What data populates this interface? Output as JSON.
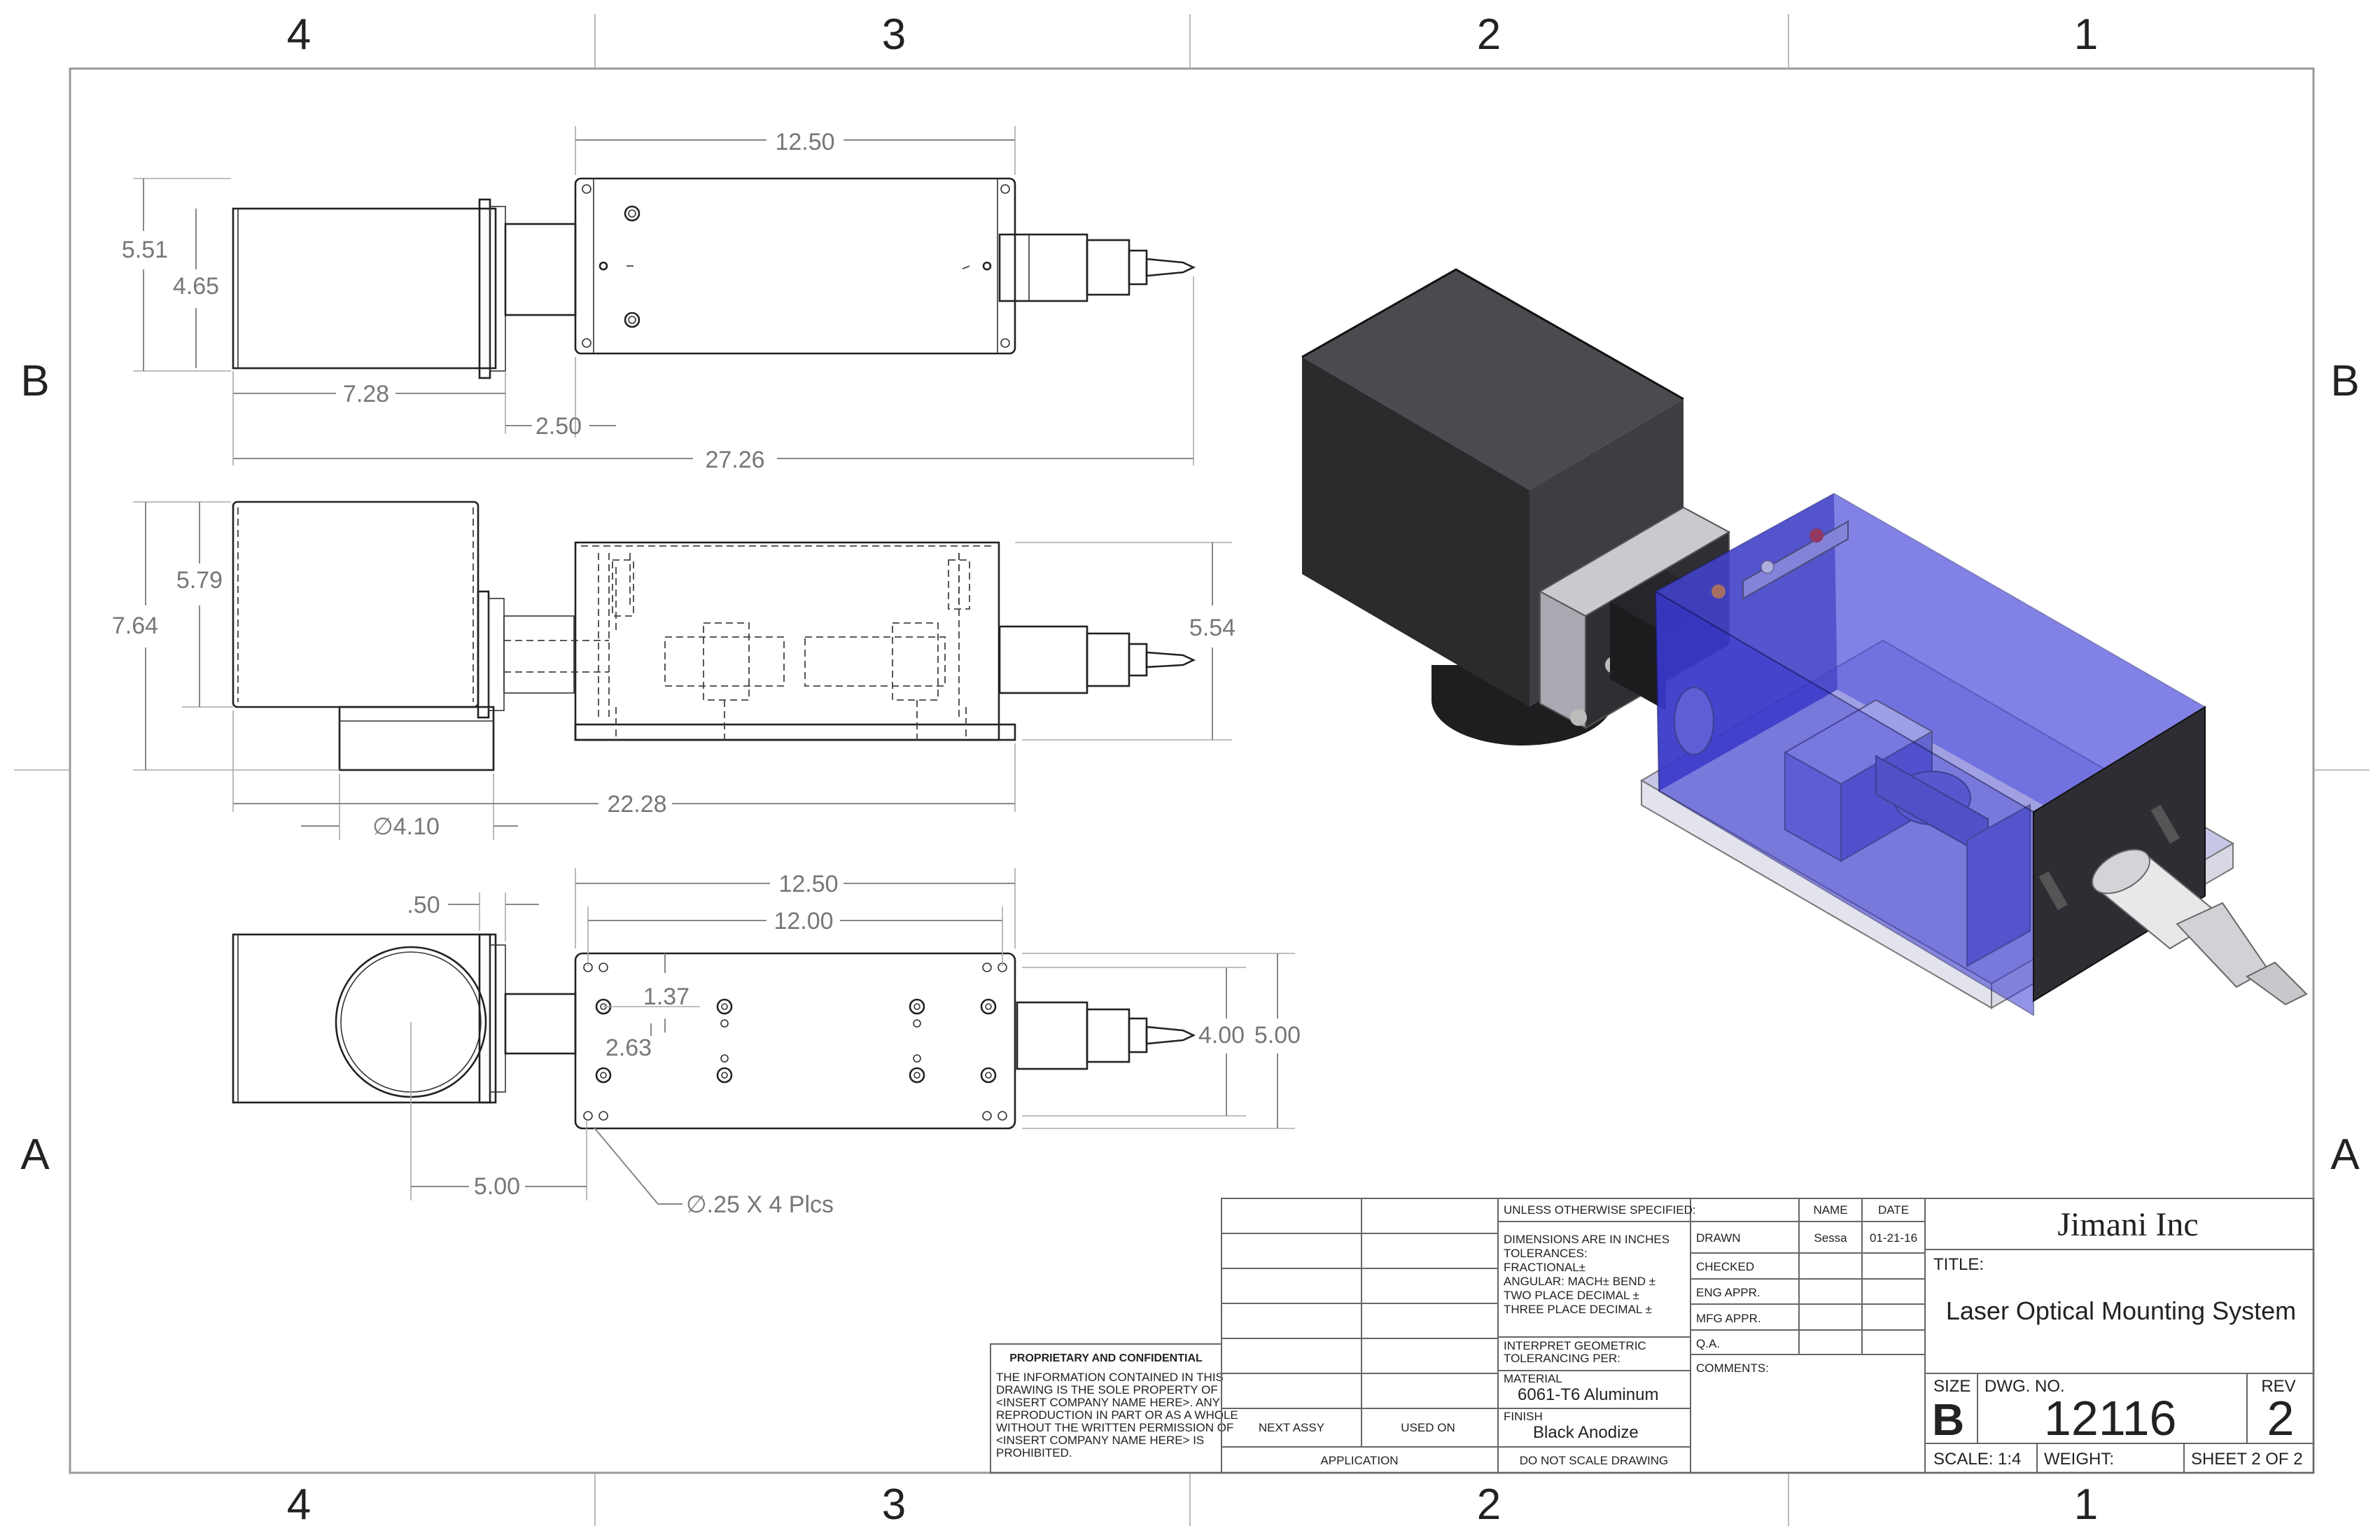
{
  "zones": {
    "columns": [
      "4",
      "3",
      "2",
      "1"
    ],
    "rows": [
      "B",
      "A"
    ]
  },
  "top_view": {
    "d_12_50": "12.50",
    "d_5_51": "5.51",
    "d_4_65": "4.65",
    "d_7_28": "7.28",
    "d_2_50": "2.50",
    "d_27_26": "27.26"
  },
  "side_view": {
    "d_5_79": "5.79",
    "d_7_64": "7.64",
    "d_5_54": "5.54",
    "d_4_10": "∅4.10",
    "d_22_28": "22.28"
  },
  "bottom_view": {
    "d_12_50": "12.50",
    "d_12_00": "12.00",
    "d_50": ".50",
    "d_1_37": "1.37",
    "d_2_63": "2.63",
    "d_4_00": "4.00",
    "d_5_00v": "5.00",
    "d_5_00h": "5.00",
    "holes": "∅.25 X 4 Plcs"
  },
  "title_block": {
    "unless": "UNLESS OTHERWISE SPECIFIED:",
    "dims_inches": "DIMENSIONS ARE IN INCHES",
    "tolerances": "TOLERANCES:",
    "fractional": "FRACTIONAL±",
    "angular": "ANGULAR: MACH±     BEND ±",
    "two_place": "TWO PLACE DECIMAL    ±",
    "three_place": "THREE PLACE DECIMAL  ±",
    "interpret": "INTERPRET GEOMETRIC",
    "tolerancing": "TOLERANCING PER:",
    "material_label": "MATERIAL",
    "material": "6061-T6 Aluminum",
    "finish_label": "FINISH",
    "finish": "Black Anodize",
    "do_not_scale": "DO NOT SCALE DRAWING",
    "next_assy": "NEXT ASSY",
    "used_on": "USED ON",
    "application": "APPLICATION",
    "name_hdr": "NAME",
    "date_hdr": "DATE",
    "drawn": "DRAWN",
    "drawn_name": "Sessa",
    "drawn_date": "01-21-16",
    "checked": "CHECKED",
    "eng_appr": "ENG APPR.",
    "mfg_appr": "MFG APPR.",
    "qa": "Q.A.",
    "comments": "COMMENTS:",
    "company": "Jimani Inc",
    "title_label": "TITLE:",
    "title": "Laser Optical Mounting System",
    "size_label": "SIZE",
    "size": "B",
    "dwg_no_label": "DWG.  NO.",
    "dwg_no": "12116",
    "rev_label": "REV",
    "rev": "2",
    "scale": "SCALE: 1:4",
    "weight": "WEIGHT:",
    "sheet": "SHEET 2 OF 2"
  },
  "proprietary": {
    "heading": "PROPRIETARY AND CONFIDENTIAL",
    "lines": [
      "THE INFORMATION CONTAINED IN THIS",
      "DRAWING IS THE SOLE PROPERTY OF",
      "<INSERT COMPANY NAME HERE>.  ANY",
      "REPRODUCTION IN PART OR AS A WHOLE",
      "WITHOUT THE WRITTEN PERMISSION OF",
      "<INSERT COMPANY NAME HERE> IS",
      "PROHIBITED."
    ]
  },
  "colors": {
    "enclosure_blue": "#3b3bd4",
    "housing_dark": "#2b2b2e",
    "frame_gray": "#999999"
  }
}
